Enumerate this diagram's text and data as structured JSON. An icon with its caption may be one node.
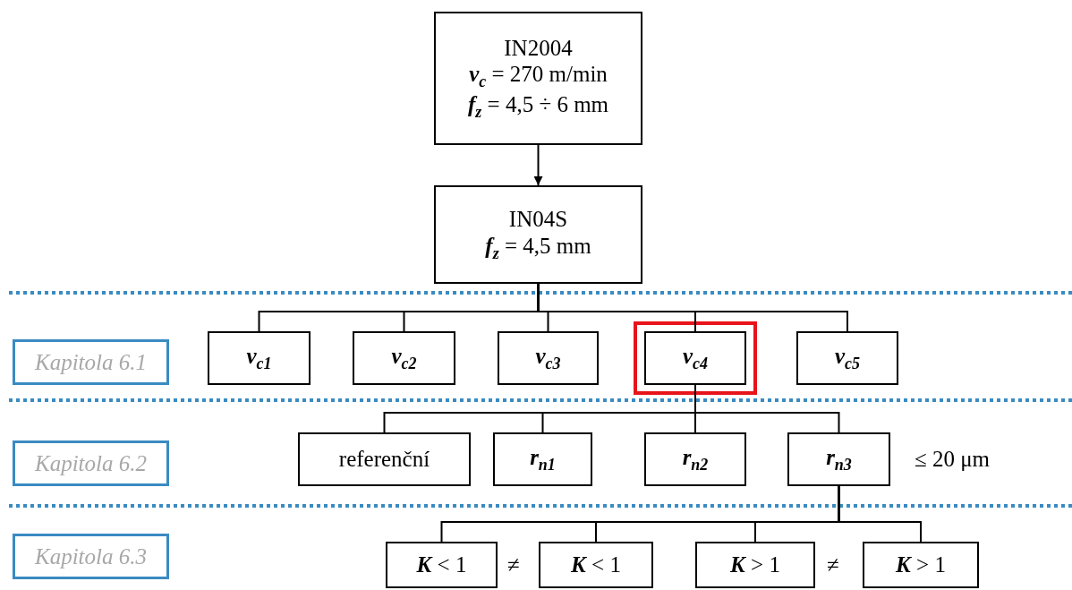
{
  "diagram": {
    "nodes": [
      {
        "text": [
          "IN2004",
          "**v**$_{c}$ = 270 m/min",
          "**f**$_{z}$ = 4,5 ÷ 6 mm"
        ]
      },
      {
        "text": [
          "IN04S",
          "**f**$_{z}$ = 4,5 mm"
        ]
      },
      {
        "text": [
          "Kapitola 6.1"
        ]
      },
      {
        "text": [
          "v$_{c1}$"
        ]
      },
      {
        "text": [
          "v$_{c2}$"
        ]
      },
      {
        "text": [
          "v$_{c3}$"
        ]
      },
      {
        "text": [
          "v$_{c4}$"
        ]
      },
      {
        "text": [
          "v$_{c5}$"
        ]
      },
      {
        "text": [
          "Kapitola 6.2"
        ]
      },
      {
        "text": [
          "referenční"
        ]
      },
      {
        "text": [
          "r$_{n1}$"
        ]
      },
      {
        "text": [
          "r$_{n2}$"
        ]
      },
      {
        "text": [
          "r$_{n3}$"
        ]
      },
      {
        "text": [
          "Kapitola 6.3"
        ]
      },
      {
        "text": [
          "**K** < 1"
        ]
      },
      {
        "text": [
          "**K** < 1"
        ]
      },
      {
        "text": [
          "**K** > 1"
        ]
      },
      {
        "text": [
          "**K** > 1"
        ]
      }
    ],
    "edges": [
      {
        "from": 0,
        "to": 1,
        "arrow": "to"
      },
      {
        "from": 1,
        "to": 3,
        "arrow": "none"
      },
      {
        "from": 1,
        "to": 4,
        "arrow": "none"
      },
      {
        "from": 1,
        "to": 5,
        "arrow": "none"
      },
      {
        "from": 1,
        "to": 6,
        "arrow": "none"
      },
      {
        "from": 1,
        "to": 7,
        "arrow": "none"
      },
      {
        "from": 6,
        "to": 9,
        "arrow": "none"
      },
      {
        "from": 6,
        "to": 10,
        "arrow": "none"
      },
      {
        "from": 6,
        "to": 11,
        "arrow": "none"
      },
      {
        "from": 6,
        "to": 12,
        "arrow": "none"
      },
      {
        "from": 12,
        "to": 14,
        "arrow": "none"
      },
      {
        "from": 12,
        "to": 15,
        "arrow": "none"
      },
      {
        "from": 12,
        "to": 16,
        "arrow": "none"
      },
      {
        "from": 12,
        "to": 17,
        "arrow": "none"
      }
    ],
    "labels": [
      "≤ 20 μm",
      "≠",
      "≠"
    ]
  }
}
